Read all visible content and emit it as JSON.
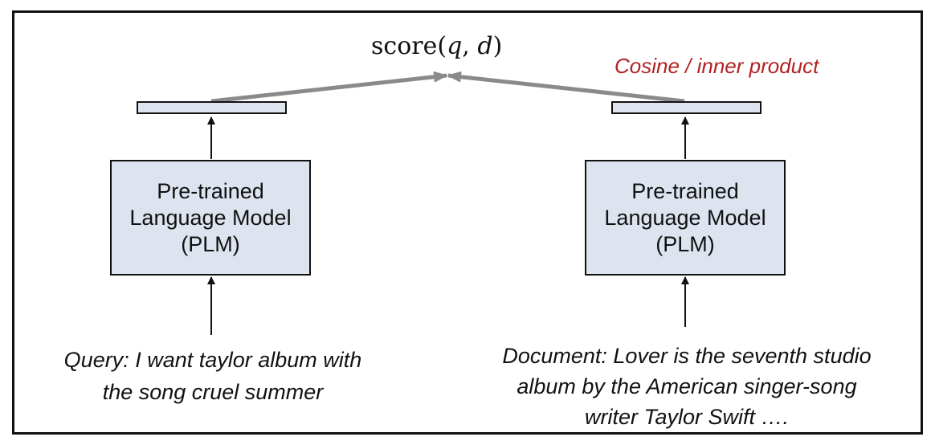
{
  "diagram": {
    "score": {
      "prefix": "score(",
      "q": "q",
      "sep": ", ",
      "d": "d",
      "suffix": ")"
    },
    "similarity_label": "Cosine / inner product",
    "left_encoder": {
      "lines": [
        "Pre-trained",
        "Language Model",
        "(PLM)"
      ]
    },
    "right_encoder": {
      "lines": [
        "Pre-trained",
        "Language Model",
        "(PLM)"
      ]
    },
    "query_text": [
      "Query: I want taylor album with",
      "the song cruel summer"
    ],
    "document_text": [
      "Document: Lover is the seventh studio",
      "album by the American singer-song",
      "writer Taylor Swift …."
    ],
    "colors": {
      "box_fill": "#dde4ef",
      "arrow_gray": "#8a8a8a",
      "accent_red": "#b22222"
    }
  }
}
